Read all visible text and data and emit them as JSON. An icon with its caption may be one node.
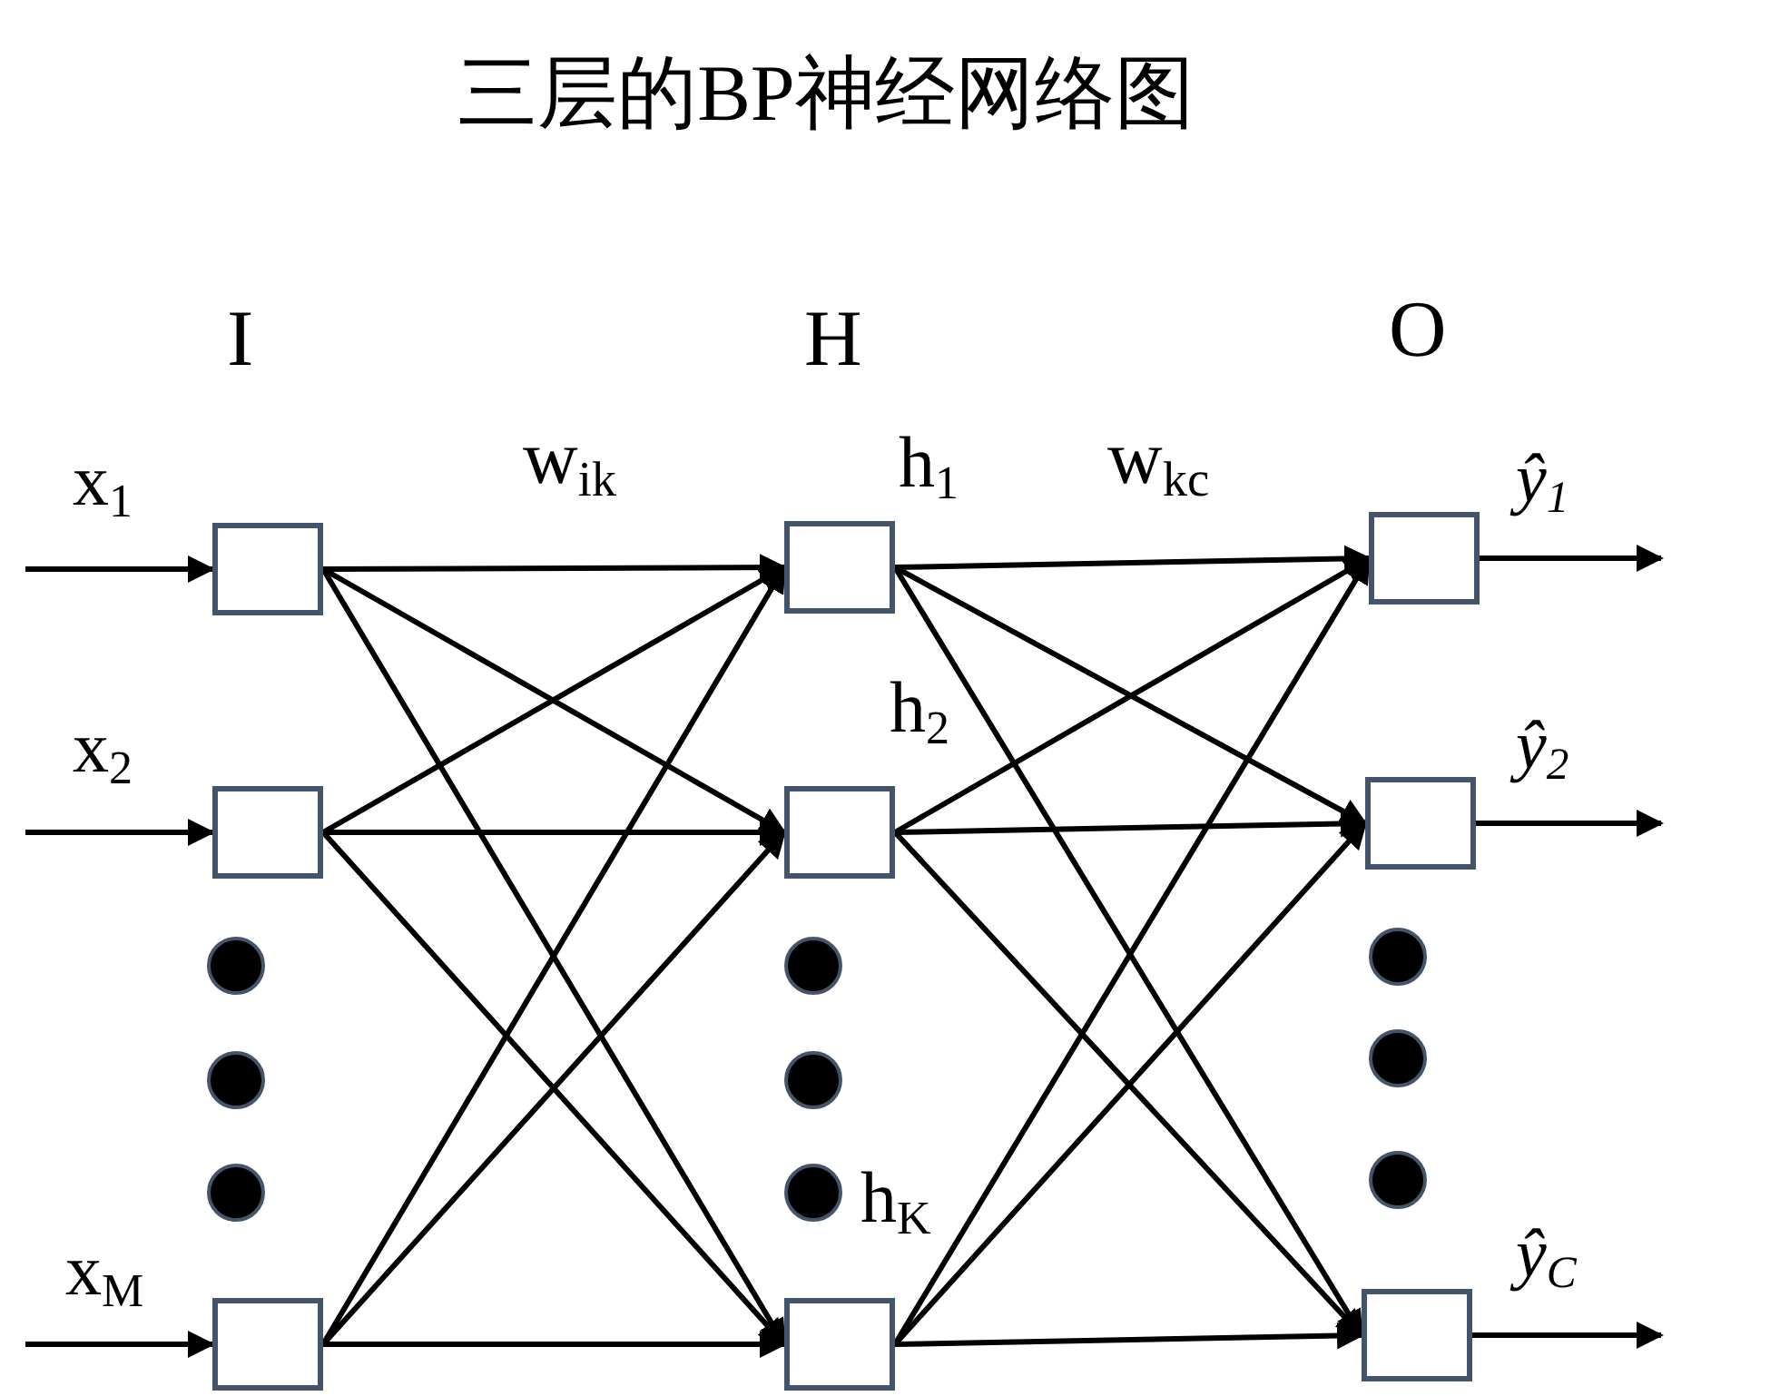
{
  "diagram": {
    "title": "三层的BP神经网络图",
    "nodes": [
      {
        "text": [],
        "shape": "box",
        "beside": [
          "x$_{1}$"
        ]
      },
      {
        "text": [],
        "shape": "box",
        "beside": [
          "x$_{2}$"
        ]
      },
      {
        "text": [],
        "shape": "box",
        "beside": [
          "x$_{M}$"
        ]
      },
      {
        "text": [],
        "shape": "box",
        "beside": [
          "h$_{1}$"
        ]
      },
      {
        "text": [],
        "shape": "box",
        "beside": [
          "h$_{2}$"
        ]
      },
      {
        "text": [],
        "shape": "box",
        "beside": [
          "h$_{K}$"
        ]
      },
      {
        "text": [],
        "shape": "box",
        "beside": [
          "ŷ$_{1}$"
        ]
      },
      {
        "text": [],
        "shape": "box",
        "beside": [
          "ŷ$_{2}$"
        ]
      },
      {
        "text": [],
        "shape": "box",
        "beside": [
          "ŷ$_{C}$"
        ]
      }
    ],
    "edges": [
      {
        "from": null,
        "to": 0,
        "arrow": "to"
      },
      {
        "from": null,
        "to": 1,
        "arrow": "to"
      },
      {
        "from": null,
        "to": 2,
        "arrow": "to"
      },
      {
        "from": 0,
        "to": 3,
        "arrow": "to"
      },
      {
        "from": 0,
        "to": 4,
        "arrow": "to"
      },
      {
        "from": 0,
        "to": 5,
        "arrow": "to"
      },
      {
        "from": 1,
        "to": 3,
        "arrow": "to"
      },
      {
        "from": 1,
        "to": 4,
        "arrow": "to"
      },
      {
        "from": 1,
        "to": 5,
        "arrow": "to"
      },
      {
        "from": 2,
        "to": 3,
        "arrow": "to"
      },
      {
        "from": 2,
        "to": 4,
        "arrow": "to"
      },
      {
        "from": 2,
        "to": 5,
        "arrow": "to"
      },
      {
        "from": 3,
        "to": 6,
        "arrow": "to"
      },
      {
        "from": 3,
        "to": 7,
        "arrow": "to"
      },
      {
        "from": 3,
        "to": 8,
        "arrow": "to"
      },
      {
        "from": 4,
        "to": 6,
        "arrow": "to"
      },
      {
        "from": 4,
        "to": 7,
        "arrow": "to"
      },
      {
        "from": 4,
        "to": 8,
        "arrow": "to"
      },
      {
        "from": 5,
        "to": 6,
        "arrow": "to"
      },
      {
        "from": 5,
        "to": 7,
        "arrow": "to"
      },
      {
        "from": 5,
        "to": 8,
        "arrow": "to"
      },
      {
        "from": 6,
        "to": null,
        "arrow": "to"
      },
      {
        "from": 7,
        "to": null,
        "arrow": "to"
      },
      {
        "from": 8,
        "to": null,
        "arrow": "to"
      }
    ],
    "labels": [
      "I",
      "H",
      "O",
      "w$_{ik}$",
      "w$_{kc}$"
    ]
  }
}
